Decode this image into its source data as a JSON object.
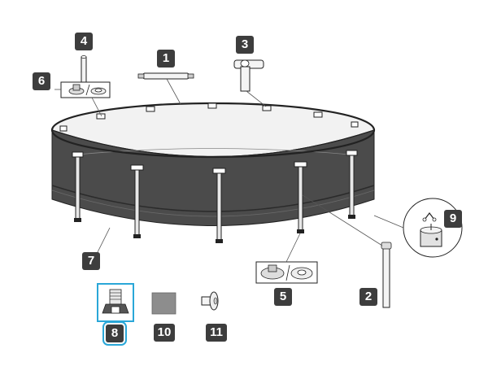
{
  "badges": {
    "b1": "1",
    "b2": "2",
    "b3": "3",
    "b4": "4",
    "b5": "5",
    "b6": "6",
    "b7": "7",
    "b8": "8",
    "b9": "9",
    "b10": "10",
    "b11": "11"
  },
  "colors": {
    "badge": "#3d3d3d",
    "highlight": "#2aa7d8",
    "pool_wall": "#4a4a4a",
    "pool_floor": "#f0f0f0",
    "line": "#555555"
  },
  "icons": {
    "part_1": "horizontal-beam-icon",
    "part_2": "vertical-leg-icon",
    "part_3": "t-joint-icon",
    "part_4": "leg-cap-icon",
    "part_5": "leg-base-icon",
    "part_6": "connector-set-icon",
    "part_7": "pool-liner-icon",
    "part_8": "drain-valve-icon",
    "part_9": "pin-clip-icon",
    "part_10": "repair-patch-icon",
    "part_11": "plug-icon"
  }
}
